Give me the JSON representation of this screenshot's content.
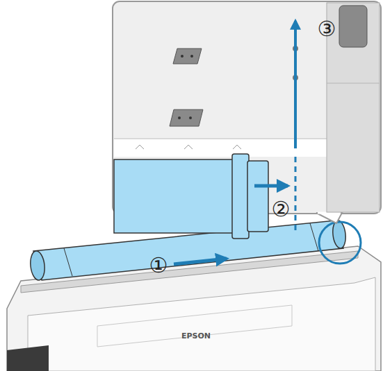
{
  "diagram": {
    "labels": [
      "①",
      "②",
      "③",
      "EPSON"
    ]
  }
}
